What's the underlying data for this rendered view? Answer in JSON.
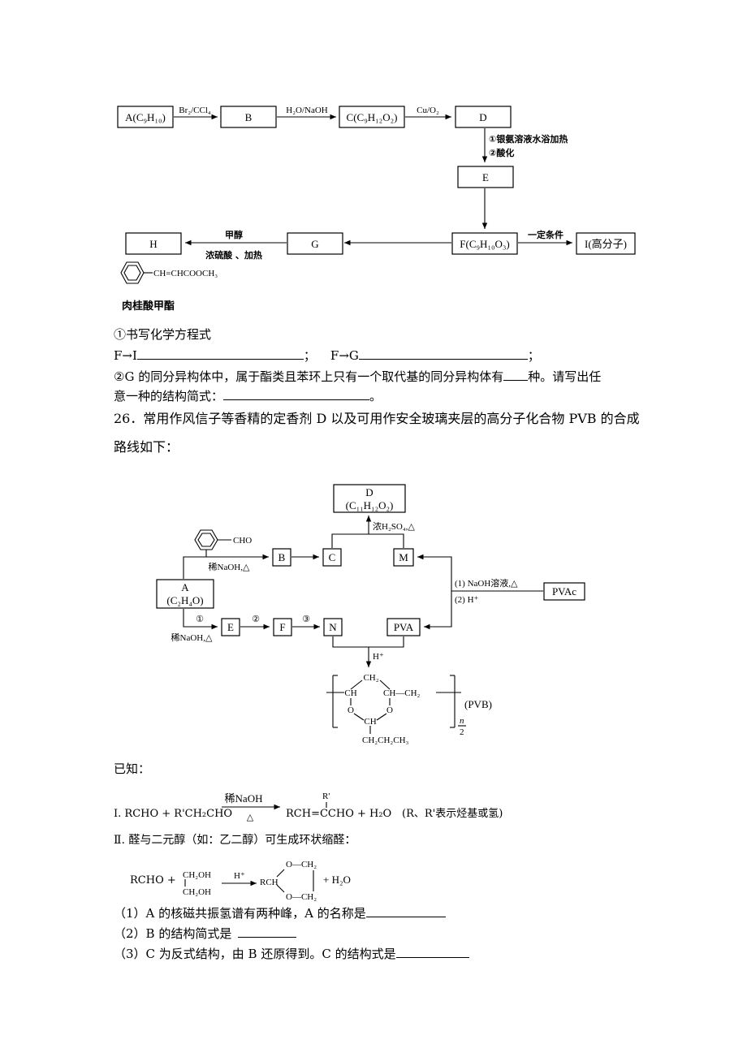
{
  "diagram1": {
    "A": "A(C₉H₁₀)",
    "B": "B",
    "C": "C(C₉H₁₂O₂)",
    "D": "D",
    "E": "E",
    "F": "F(C₉H₁₀O₃)",
    "G": "G",
    "H": "H",
    "I": "I(高分子)",
    "r_AB": "Br₂/CCl₄",
    "r_BC": "H₂O/NaOH",
    "r_CD": "Cu/O₂",
    "r_DE_1": "①银氨溶液水浴加热",
    "r_DE_2": "②酸化",
    "r_FI": "一定条件",
    "r_GH_top": "甲醇",
    "r_GH_bottom": "浓硫酸 、加热",
    "h_struct": "CH=CHCOOCH₃",
    "h_name": "肉桂酸甲酯"
  },
  "q25": {
    "item1": "①书写化学方程式",
    "f_i": "F→I",
    "f_g": "F→G",
    "blank_end1": "；",
    "blank_end2": "；",
    "item2_a": "②G 的同分异构体中，属于酯类且苯环上只有一个取代基的同分异构体有",
    "item2_b": "种。请写出任",
    "item2_c": "意一种的结构简式：",
    "item2_end": "。"
  },
  "q26": {
    "stem_1": "26．常用作风信子等香精的定香剂 D 以及可用作安全玻璃夹层的高分子化合物 PVB 的合成",
    "stem_2": "路线如下："
  },
  "diagram2": {
    "D1": "D",
    "D2": "(C₁₁H₁₂O₂)",
    "A1": "A",
    "A2": "(C₂H₄O)",
    "B": "B",
    "C": "C",
    "M": "M",
    "E": "E",
    "F": "F",
    "N": "N",
    "PVA": "PVA",
    "PVAc": "PVAc",
    "cho": "CHO",
    "r_AB": "稀NaOH,△",
    "r_AE": "稀NaOH,△",
    "r_CD": "浓H₂SO₄,△",
    "r_pvac_1": "(1) NaOH溶液,△",
    "r_pvac_2": "(2) H⁺",
    "c1": "①",
    "c2": "②",
    "c3": "③",
    "h_plus": "H⁺",
    "pvb_ch2_top": "CH₂",
    "pvb_ch_left": "CH",
    "pvb_ch_ch2": "CH—CH₂",
    "pvb_o1": "O",
    "pvb_o2": "O",
    "pvb_ch_mid": "CH",
    "pvb_tail": "CH₂CH₂CH₃",
    "pvb_n": "n",
    "pvb_two": "2",
    "pvb_label": "(PVB)"
  },
  "known": {
    "title": "已知：",
    "i_left": "Ⅰ. RCHO + R'CH₂CHO",
    "i_cond": "稀NaOH",
    "i_delta": "△",
    "i_rprime": "R'",
    "i_right": "RCH=CCHO + H₂O",
    "i_note": "(R、R'表示烃基或氢)",
    "ii_text": "Ⅱ. 醛与二元醇（如：乙二醇）可生成环状缩醛：",
    "ii_rcho": "RCHO +",
    "ii_ch2oh1": "CH₂OH",
    "ii_ch2oh2": "CH₂OH",
    "ii_cond": "H⁺",
    "ii_o1": "O—CH₂",
    "ii_rch": "RCH",
    "ii_o2": "O—CH₂",
    "ii_h2o": "+ H₂O"
  },
  "questions": {
    "q1": "（1）A 的核磁共振氢谱有两种峰，A 的名称是",
    "q2": "（2）B 的结构简式是",
    "q3": "（3）C 为反式结构，由 B 还原得到。C 的结构式是"
  }
}
